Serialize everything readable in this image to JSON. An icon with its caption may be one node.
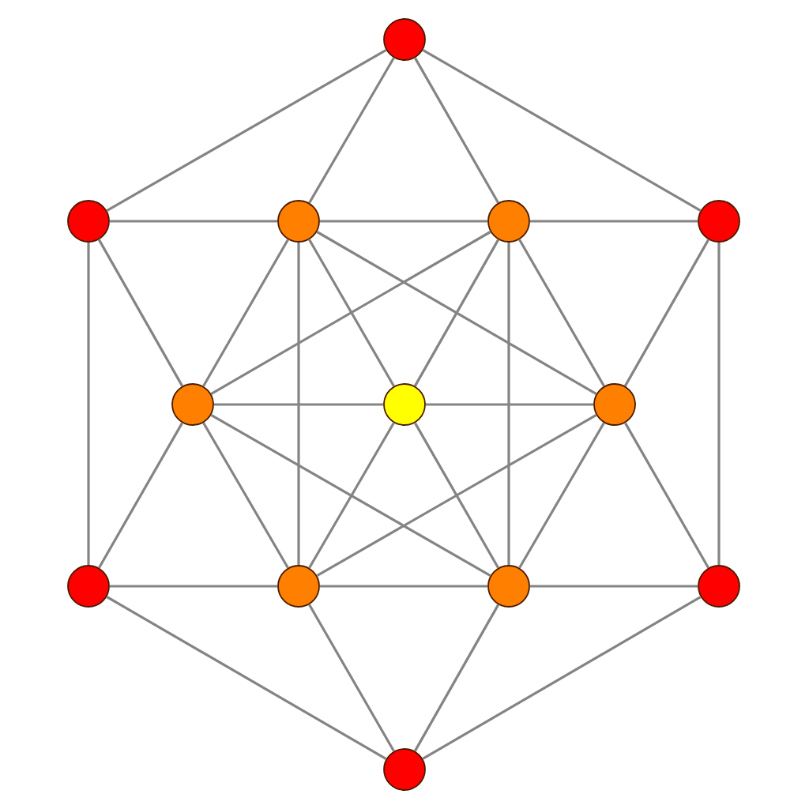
{
  "diagram": {
    "nodes": [
      {
        "text": [],
        "shape": "circle"
      },
      {
        "text": [],
        "shape": "circle"
      },
      {
        "text": [],
        "shape": "circle"
      },
      {
        "text": [],
        "shape": "circle"
      },
      {
        "text": [],
        "shape": "circle"
      },
      {
        "text": [],
        "shape": "circle"
      },
      {
        "text": [],
        "shape": "circle"
      },
      {
        "text": [],
        "shape": "circle"
      },
      {
        "text": [],
        "shape": "circle"
      },
      {
        "text": [],
        "shape": "circle"
      },
      {
        "text": [],
        "shape": "circle"
      },
      {
        "text": [],
        "shape": "circle"
      },
      {
        "text": [],
        "shape": "circle"
      }
    ],
    "edges": [
      {
        "from": 0,
        "to": 1,
        "arrow": "none"
      },
      {
        "from": 0,
        "to": 2,
        "arrow": "none"
      },
      {
        "from": 0,
        "to": 3,
        "arrow": "none"
      },
      {
        "from": 0,
        "to": 4,
        "arrow": "none"
      },
      {
        "from": 1,
        "to": 2,
        "arrow": "none"
      },
      {
        "from": 1,
        "to": 5,
        "arrow": "none"
      },
      {
        "from": 1,
        "to": 8,
        "arrow": "none"
      },
      {
        "from": 2,
        "to": 3,
        "arrow": "none"
      },
      {
        "from": 2,
        "to": 5,
        "arrow": "none"
      },
      {
        "from": 2,
        "to": 6,
        "arrow": "none"
      },
      {
        "from": 2,
        "to": 7,
        "arrow": "none"
      },
      {
        "from": 2,
        "to": 9,
        "arrow": "none"
      },
      {
        "from": 3,
        "to": 4,
        "arrow": "none"
      },
      {
        "from": 3,
        "to": 5,
        "arrow": "none"
      },
      {
        "from": 3,
        "to": 6,
        "arrow": "none"
      },
      {
        "from": 3,
        "to": 7,
        "arrow": "none"
      },
      {
        "from": 3,
        "to": 10,
        "arrow": "none"
      },
      {
        "from": 4,
        "to": 7,
        "arrow": "none"
      },
      {
        "from": 4,
        "to": 11,
        "arrow": "none"
      },
      {
        "from": 5,
        "to": 6,
        "arrow": "none"
      },
      {
        "from": 5,
        "to": 8,
        "arrow": "none"
      },
      {
        "from": 5,
        "to": 9,
        "arrow": "none"
      },
      {
        "from": 5,
        "to": 10,
        "arrow": "none"
      },
      {
        "from": 6,
        "to": 7,
        "arrow": "none"
      },
      {
        "from": 6,
        "to": 9,
        "arrow": "none"
      },
      {
        "from": 6,
        "to": 10,
        "arrow": "none"
      },
      {
        "from": 7,
        "to": 9,
        "arrow": "none"
      },
      {
        "from": 7,
        "to": 10,
        "arrow": "none"
      },
      {
        "from": 7,
        "to": 11,
        "arrow": "none"
      },
      {
        "from": 8,
        "to": 9,
        "arrow": "none"
      },
      {
        "from": 8,
        "to": 12,
        "arrow": "none"
      },
      {
        "from": 9,
        "to": 10,
        "arrow": "none"
      },
      {
        "from": 9,
        "to": 12,
        "arrow": "none"
      },
      {
        "from": 10,
        "to": 11,
        "arrow": "none"
      },
      {
        "from": 10,
        "to": 12,
        "arrow": "none"
      },
      {
        "from": 11,
        "to": 12,
        "arrow": "none"
      }
    ]
  }
}
